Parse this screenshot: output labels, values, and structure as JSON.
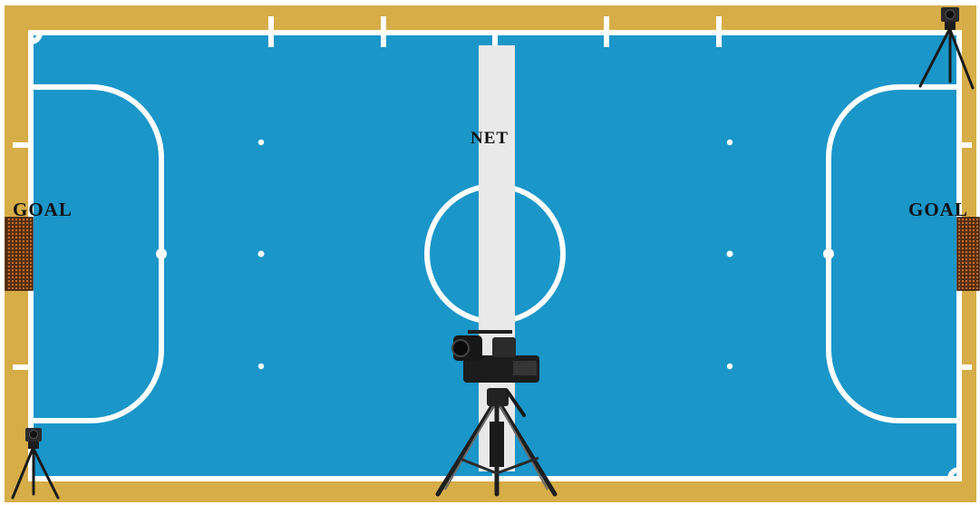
{
  "labels": {
    "net": "NET",
    "goal_left": "GOAL",
    "goal_right": "GOAL"
  },
  "colors": {
    "surround": "#d6ad47",
    "court": "#1a96c9",
    "lines": "#ffffff",
    "net": "#e9e9ea",
    "goal_net": "#6e3b18",
    "camera": "#1f1f1f"
  },
  "icons": {
    "main_camera": "broadcast-camera-on-tripod-icon",
    "small_cameras": "action-camera-on-tripod-icon"
  }
}
